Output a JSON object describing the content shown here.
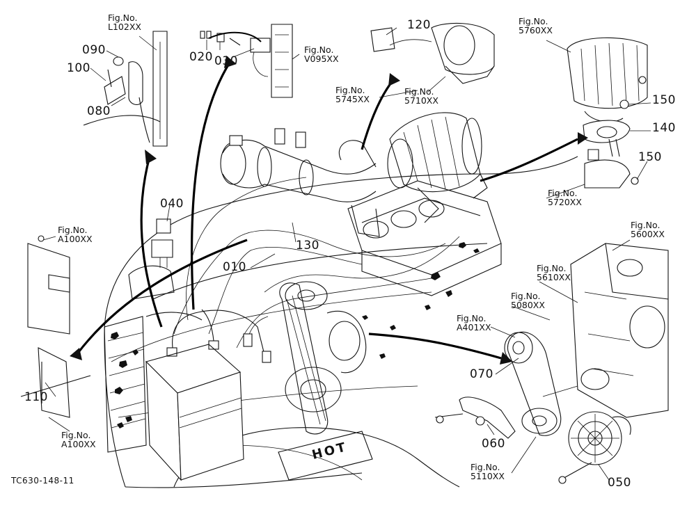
{
  "fig_refs": [
    {
      "id": "l102",
      "top": "Fig.No.",
      "code": "L102XX"
    },
    {
      "id": "v095",
      "top": "Fig.No.",
      "code": "V095XX"
    },
    {
      "id": "5745",
      "top": "Fig.No.",
      "code": "5745XX"
    },
    {
      "id": "5710",
      "top": "Fig.No.",
      "code": "5710XX"
    },
    {
      "id": "5760",
      "top": "Fig.No.",
      "code": "5760XX"
    },
    {
      "id": "5720",
      "top": "Fig.No.",
      "code": "5720XX"
    },
    {
      "id": "a100a",
      "top": "Fig.No.",
      "code": "A100XX"
    },
    {
      "id": "a100b",
      "top": "Fig.No.",
      "code": "A100XX"
    },
    {
      "id": "5600",
      "top": "Fig.No.",
      "code": "5600XX"
    },
    {
      "id": "5610",
      "top": "Fig.No.",
      "code": "5610XX"
    },
    {
      "id": "5080",
      "top": "Fig.No.",
      "code": "5080XX"
    },
    {
      "id": "a401",
      "top": "Fig.No.",
      "code": "A401XX"
    },
    {
      "id": "5110",
      "top": "Fig.No.",
      "code": "5110XX"
    }
  ],
  "part_numbers": [
    "090",
    "100",
    "080",
    "020",
    "030",
    "120",
    "150",
    "140",
    "150",
    "040",
    "130",
    "010",
    "110",
    "070",
    "060",
    "050"
  ],
  "drawing_code": "TC630-148-11",
  "embossed_text": "HOT"
}
